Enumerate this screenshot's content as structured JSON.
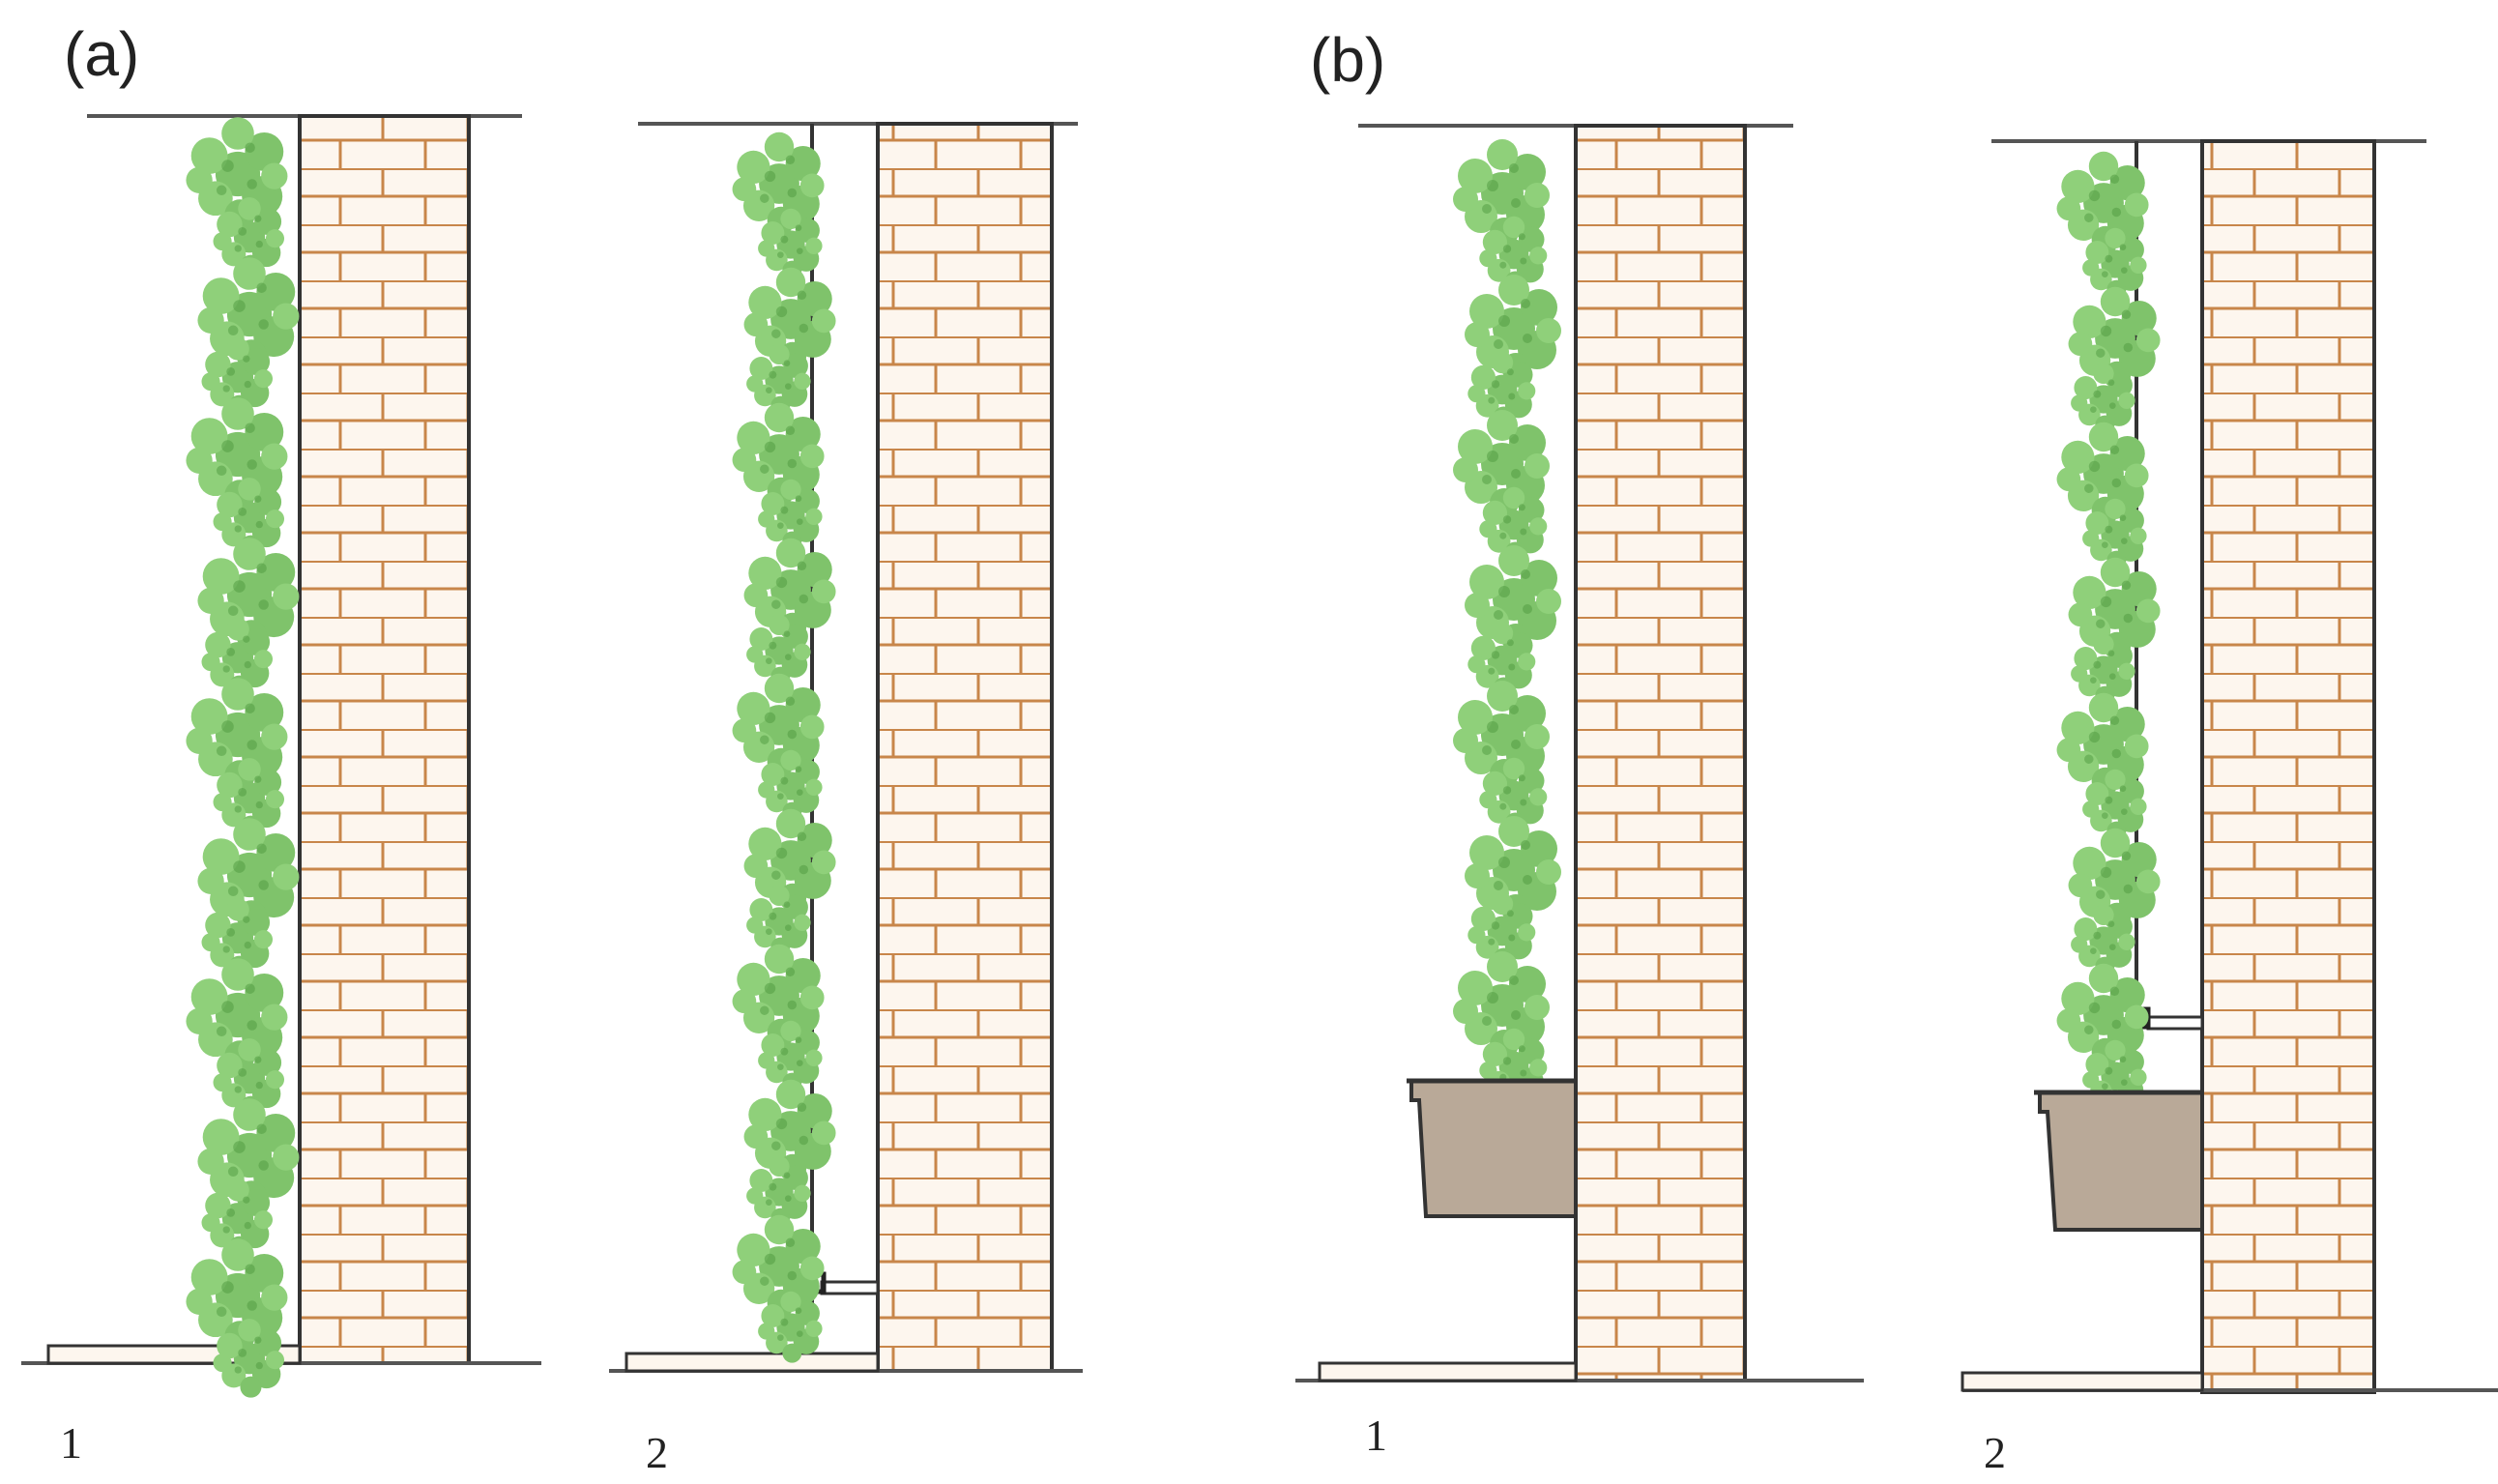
{
  "panels": [
    {
      "label": "(a)",
      "figures": [
        {
          "label": "1",
          "variant": "direct-climbing, ground-rooted"
        },
        {
          "label": "2",
          "variant": "climbing on support cable with wall spacer, ground-rooted"
        }
      ]
    },
    {
      "label": "(b)",
      "figures": [
        {
          "label": "1",
          "variant": "direct-climbing from planter box"
        },
        {
          "label": "2",
          "variant": "climbing on support cable from planter box with wall spacer"
        }
      ]
    }
  ],
  "colors": {
    "line": "#333333",
    "brick_mortar": "#c8864a",
    "brick_face": "#fdf6ee",
    "foliage": "#7fc36b",
    "foliage_dark": "#4f9a3f",
    "planter": "#b9a998",
    "ground_line": "#555555"
  }
}
